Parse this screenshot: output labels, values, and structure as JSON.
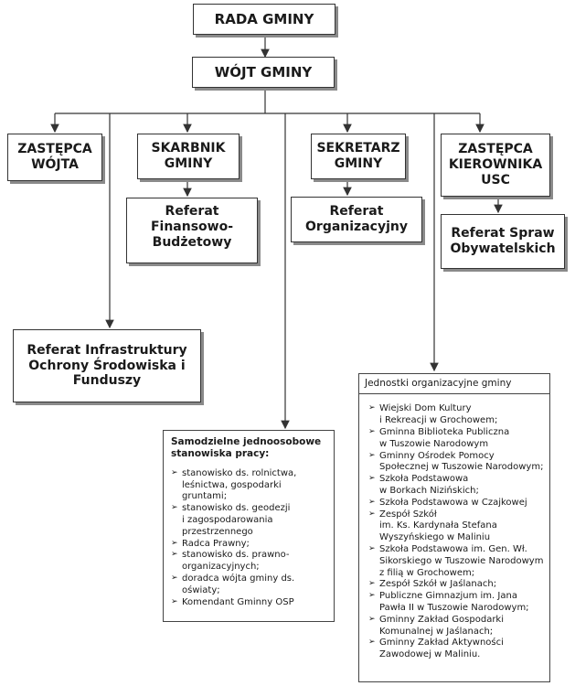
{
  "boxes": {
    "rada": "RADA GMINY",
    "wojt": "WÓJT GMINY",
    "zastepca_wojta": "ZASTĘPCA\nWÓJTA",
    "skarbnik": "SKARBNIK\nGMINY",
    "sekretarz": "SEKRETARZ\nGMINY",
    "zastepca_usc": "ZASTĘPCA\nKIEROWNIKA\nUSC",
    "ref_finansowy": "Referat\nFinansowo-\nBudżetowy",
    "ref_organizacyjny": "Referat\nOrganizacyjny",
    "ref_obywatelski": "Referat Spraw\nObywatelskich",
    "ref_infrastruktury": "Referat Infrastruktury\nOchrony Środowiska i\nFunduszy"
  },
  "samodzielne": {
    "title": "Samodzielne jednoosobowe\nstanowiska pracy:",
    "items": [
      "stanowisko ds. rolnictwa,\nleśnictwa, gospodarki gruntami;",
      "stanowisko ds. geodezji\ni zagospodarowania\nprzestrzennego",
      "Radca Prawny;",
      "stanowisko ds. prawno-\norganizacyjnych;",
      "doradca wójta gminy ds.\noświaty;",
      "Komendant Gminny OSP"
    ]
  },
  "jednostki": {
    "title": "Jednostki organizacyjne gminy",
    "items": [
      "Wiejski Dom Kultury\ni Rekreacji w Grochowem;",
      "Gminna Biblioteka Publiczna\nw Tuszowie Narodowym",
      "Gminny Ośrodek Pomocy\nSpołecznej w Tuszowie Narodowym;",
      "Szkoła Podstawowa\nw Borkach Nizińskich;",
      "Szkoła Podstawowa w Czajkowej",
      "Zespół Szkół\nim. Ks. Kardynała Stefana\nWyszyńskiego w Maliniu",
      "Szkoła Podstawowa im. Gen. Wł.\nSikorskiego w Tuszowie Narodowym\nz filią w Grochowem;",
      "Zespół Szkół w Jaślanach;",
      "Publiczne Gimnazjum im. Jana\nPawła II w Tuszowie Narodowym;",
      "Gminny Zakład Gospodarki\nKomunalnej w Jaślanach;",
      "Gminny Zakład Aktywności\nZawodowej w Maliniu."
    ]
  },
  "marker": "➢"
}
